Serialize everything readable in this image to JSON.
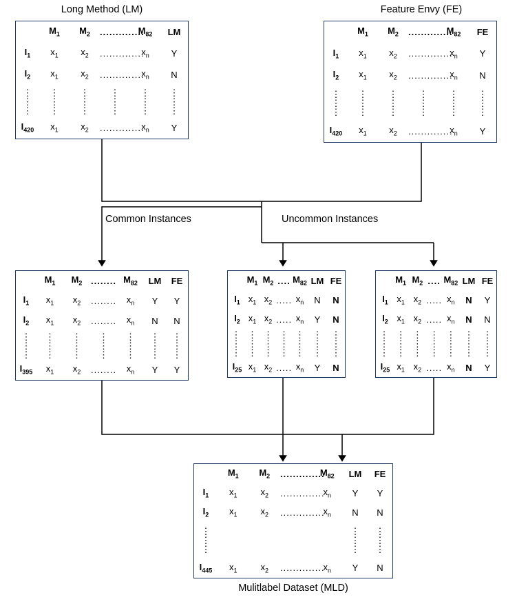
{
  "diagram": {
    "title_top_left": "Long Method (LM)",
    "title_top_right": "Feature Envy (FE)",
    "label_common": "Common Instances",
    "label_uncommon": "Uncommon Instances",
    "caption_bottom": "Mulitlabel Dataset (MLD)",
    "symbols": {
      "dots_h": "..............",
      "dots_h_short": "........",
      "dots_h_tiny": "....",
      "dots_h_mid": ".....",
      "vdots": "⋮",
      "x_val": "x",
      "x_last": "x",
      "y": "Y",
      "n": "N"
    },
    "tables": {
      "lm": {
        "name": "long-method-table",
        "headers": [
          "M",
          "M",
          "..............",
          "M",
          "LM"
        ],
        "header_subs": [
          "1",
          "2",
          "",
          "82",
          ""
        ],
        "rows": [
          {
            "label": "I",
            "sub": "1",
            "cells": [
              "x",
              "x",
              "..............",
              "x"
            ],
            "cell_subs": [
              "1",
              "2",
              "",
              "n"
            ],
            "class": "Y"
          },
          {
            "label": "I",
            "sub": "2",
            "cells": [
              "x",
              "x",
              "..............",
              "x"
            ],
            "cell_subs": [
              "1",
              "2",
              "",
              "n"
            ],
            "class": "N"
          },
          {
            "label": "I",
            "sub": "420",
            "cells": [
              "x",
              "x",
              "..............",
              "x"
            ],
            "cell_subs": [
              "1",
              "2",
              "",
              "n"
            ],
            "class": "Y"
          }
        ]
      },
      "fe": {
        "name": "feature-envy-table",
        "headers": [
          "M",
          "M",
          "..............",
          "M",
          "FE"
        ],
        "header_subs": [
          "1",
          "2",
          "",
          "82",
          ""
        ],
        "rows": [
          {
            "label": "I",
            "sub": "1",
            "cells": [
              "x",
              "x",
              "..............",
              "x"
            ],
            "cell_subs": [
              "1",
              "2",
              "",
              "n"
            ],
            "class": "Y"
          },
          {
            "label": "I",
            "sub": "2",
            "cells": [
              "x",
              "x",
              "..............",
              "x"
            ],
            "cell_subs": [
              "1",
              "2",
              "",
              "n"
            ],
            "class": "N"
          },
          {
            "label": "I",
            "sub": "420",
            "cells": [
              "x",
              "x",
              "..............",
              "x"
            ],
            "cell_subs": [
              "1",
              "2",
              "",
              "n"
            ],
            "class": "Y"
          }
        ]
      },
      "common": {
        "name": "common-instances-table",
        "headers": [
          "M",
          "M",
          "........",
          "M",
          "LM",
          "FE"
        ],
        "header_subs": [
          "1",
          "2",
          "",
          "82",
          "",
          ""
        ],
        "rows": [
          {
            "label": "I",
            "sub": "1",
            "cells": [
              "x",
              "x",
              "........",
              "x"
            ],
            "cell_subs": [
              "1",
              "2",
              "",
              "n"
            ],
            "lm": "Y",
            "fe": "Y"
          },
          {
            "label": "I",
            "sub": "2",
            "cells": [
              "x",
              "x",
              "........",
              "x"
            ],
            "cell_subs": [
              "1",
              "2",
              "",
              "n"
            ],
            "lm": "N",
            "fe": "N"
          },
          {
            "label": "I",
            "sub": "395",
            "cells": [
              "x",
              "x",
              "........",
              "x"
            ],
            "cell_subs": [
              "1",
              "2",
              "",
              "n"
            ],
            "lm": "Y",
            "fe": "Y"
          }
        ]
      },
      "uncommon_lm": {
        "name": "uncommon-lm-table",
        "headers": [
          "M",
          "M",
          "....",
          "M",
          "LM",
          "FE"
        ],
        "header_subs": [
          "1",
          "2",
          "",
          "82",
          "",
          ""
        ],
        "rows": [
          {
            "label": "I",
            "sub": "1",
            "cells": [
              "x",
              "x",
              ".....",
              "x"
            ],
            "cell_subs": [
              "1",
              "2",
              "",
              "n"
            ],
            "lm": "N",
            "fe": "N"
          },
          {
            "label": "I",
            "sub": "2",
            "cells": [
              "x",
              "x",
              ".....",
              "x"
            ],
            "cell_subs": [
              "1",
              "2",
              "",
              "n"
            ],
            "lm": "Y",
            "fe": "N"
          },
          {
            "label": "I",
            "sub": "25",
            "cells": [
              "x",
              "x",
              ".....",
              "x"
            ],
            "cell_subs": [
              "1",
              "2",
              "",
              "n"
            ],
            "lm": "Y",
            "fe": "N"
          }
        ]
      },
      "uncommon_fe": {
        "name": "uncommon-fe-table",
        "headers": [
          "M",
          "M",
          "....",
          "M",
          "LM",
          "FE"
        ],
        "header_subs": [
          "1",
          "2",
          "",
          "82",
          "",
          ""
        ],
        "rows": [
          {
            "label": "I",
            "sub": "1",
            "cells": [
              "x",
              "x",
              ".....",
              "x"
            ],
            "cell_subs": [
              "1",
              "2",
              "",
              "n"
            ],
            "lm": "N",
            "fe": "Y"
          },
          {
            "label": "I",
            "sub": "2",
            "cells": [
              "x",
              "x",
              ".....",
              "x"
            ],
            "cell_subs": [
              "1",
              "2",
              "",
              "n"
            ],
            "lm": "N",
            "fe": "N"
          },
          {
            "label": "I",
            "sub": "25",
            "cells": [
              "x",
              "x",
              ".....",
              "x"
            ],
            "cell_subs": [
              "1",
              "2",
              "",
              "n"
            ],
            "lm": "N",
            "fe": "Y"
          }
        ]
      },
      "mld": {
        "name": "mld-table",
        "headers": [
          "M",
          "M",
          "..............",
          "M",
          "LM",
          "FE"
        ],
        "header_subs": [
          "1",
          "2",
          "",
          "82",
          "",
          ""
        ],
        "rows": [
          {
            "label": "I",
            "sub": "1",
            "cells": [
              "x",
              "x",
              "..............",
              "x"
            ],
            "cell_subs": [
              "1",
              "2",
              "",
              "n"
            ],
            "lm": "Y",
            "fe": "Y"
          },
          {
            "label": "I",
            "sub": "2",
            "cells": [
              "x",
              "x",
              "..............",
              "x"
            ],
            "cell_subs": [
              "1",
              "2",
              "",
              "n"
            ],
            "lm": "N",
            "fe": "N"
          },
          {
            "label": "I",
            "sub": "445",
            "cells": [
              "x",
              "x",
              "..............",
              "x"
            ],
            "cell_subs": [
              "1",
              "2",
              "",
              "n"
            ],
            "lm": "Y",
            "fe": "N"
          }
        ]
      }
    },
    "colors": {
      "border": "#1f3864",
      "line": "#000000",
      "background": "#ffffff"
    }
  }
}
